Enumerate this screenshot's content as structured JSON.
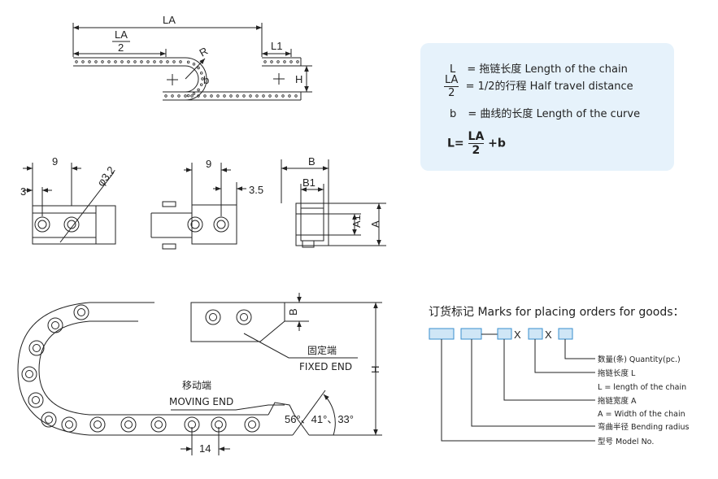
{
  "top_diagram": {
    "la": "LA",
    "la_half_num": "LA",
    "la_half_den": "2",
    "l1": "L1",
    "r": "R",
    "b": "b",
    "h": "H"
  },
  "legend": {
    "row1_sym": "L",
    "row1_text": "= 拖链长度  Length of the chain",
    "row2_num": "LA",
    "row2_den": "2",
    "row2_text": "= 1/2的行程  Half travel distance",
    "row3_sym": "b",
    "row3_text": "= 曲线的长度  Length of the curve",
    "formula_lhs": "L=",
    "formula_num": "LA",
    "formula_den": "2",
    "formula_rhs": "+b"
  },
  "middle_views": {
    "left": {
      "d9": "9",
      "d3": "3",
      "phi": "φ3.2"
    },
    "center": {
      "d9": "9",
      "d35": "3.5"
    },
    "right": {
      "b": "B",
      "b1": "B1",
      "a1": "A1",
      "a": "A"
    }
  },
  "bottom_diagram": {
    "fixed_cn": "固定端",
    "fixed_en": "FIXED END",
    "moving_cn": "移动端",
    "moving_en": "MOVING END",
    "b": "B",
    "h": "H",
    "pitch": "14",
    "angles": "56°、41°、33°"
  },
  "order": {
    "title": "订货标记 Marks for placing orders for goods：",
    "x1": "X",
    "x2": "X",
    "items": [
      "数量(条) Quantity(pc.)",
      "拖链长度 L",
      "L = length of the chain",
      "拖链宽度 A",
      "A = Width of the chain",
      "弯曲半径 Bending radius",
      "型号 Model No."
    ]
  },
  "colors": {
    "box": "#e6f2fb",
    "order_box_fill": "#cfe6f6",
    "order_box_stroke": "#3a8fcf",
    "line": "#222222"
  }
}
